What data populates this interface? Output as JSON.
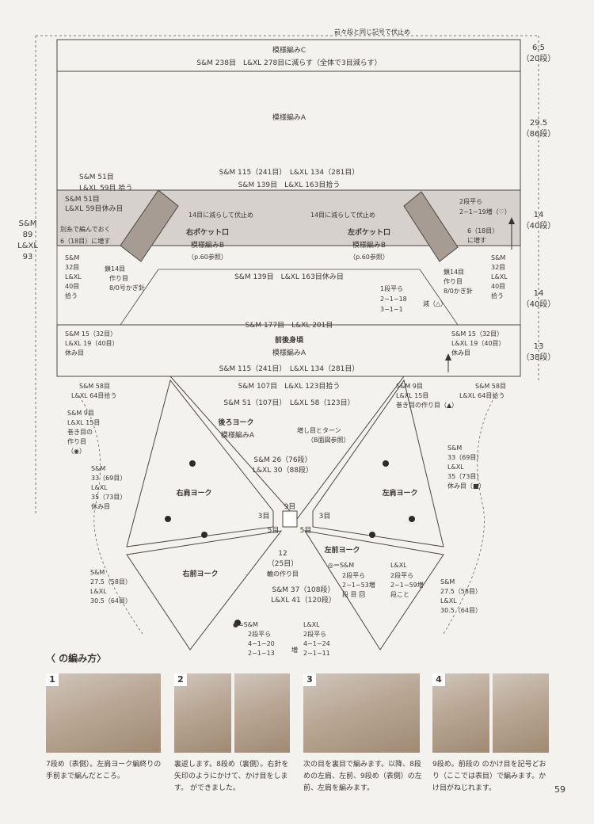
{
  "diagram": {
    "top_note": "前々段と同じ記号で伏止め",
    "band_c": {
      "title": "模様編みC",
      "count": "S&M 238目　L&XL 278目に減らす（全体で3目減らす）"
    },
    "band_a": {
      "title": "模様編みA"
    },
    "row_115_top": "S&M 115（241目）　L&XL 134（281目）",
    "row_139_pick": "S&M 139目　L&XL 163目拾う",
    "left_51_pick": "S&M 51目",
    "left_59_pick": "L&XL 59目 拾う",
    "left_51_rest": "S&M 51目",
    "left_59_rest": "L&XL 59目休み目",
    "left_separate": "別糸で編んでおく",
    "left_inc": "6（18目）に増す",
    "bind_left": "14目に減らして伏止め",
    "bind_right": "14目に減らして伏止め",
    "right_pocket": {
      "title": "右ポケット口",
      "pattern": "模様編みB",
      "ref": "（p.60参照）"
    },
    "left_pocket": {
      "title": "左ポケット口",
      "pattern": "模様編みB",
      "ref": "（p.60参照）"
    },
    "pocket_left_pick": [
      "S&M",
      "32目",
      "L&XL",
      "40目",
      "拾う"
    ],
    "pocket_left_chain": [
      "鎖14目",
      "作り目",
      "8/0号かぎ針"
    ],
    "pocket_right_chain": [
      "鎖14目",
      "作り目",
      "8/0かぎ針"
    ],
    "pocket_right_pick": [
      "S&M",
      "32目",
      "L&XL",
      "40目",
      "拾う"
    ],
    "right_inc_rows": [
      "2段平ら",
      "2−1−19増（♡）"
    ],
    "right_inc": [
      "6（18目）",
      "に増す"
    ],
    "row_139_rest": "S&M 139目　L&XL 163目休み目",
    "dec_rows": [
      "1段平ら",
      "2−1−18",
      "3−1−1"
    ],
    "dec_label": "減（△）",
    "row_177": "S&M 177目　L&XL 201目",
    "body": {
      "title": "前後身頃",
      "pattern": "模様編みA"
    },
    "side_left": [
      "S&M 15（32目）",
      "L&XL 19（40目）",
      "休み目"
    ],
    "side_right": [
      "S&M 15（32目）",
      "L&XL 19（40目）",
      "休み目"
    ],
    "row_115_bottom": "S&M 115（241目）　L&XL 134（281目）",
    "size_left": [
      "S&M",
      "89",
      "L&XL",
      "93"
    ],
    "left_58": [
      "S&M 58目",
      "L&XL 64目拾う"
    ],
    "right_58": [
      "S&M 58目",
      "L&XL 64目拾う"
    ],
    "row_107": "S&M 107目　L&XL 123目拾う",
    "right_9": [
      "S&M 9目",
      "L&XL 15目",
      "巻き目の作り目（▲）"
    ],
    "left_9": [
      "S&M 9目",
      "L&XL 15目",
      "巻き目の",
      "作り目",
      "（◉）"
    ],
    "row_51_58": "S&M 51（107目）　L&XL 58（123目）",
    "back_yoke": {
      "title": "後ろヨーク",
      "pattern": "模様編みA"
    },
    "turn_note": [
      "増し目とターン",
      "（B面図参照）"
    ],
    "back_26": [
      "S&M 26（76段）",
      "L&XL 30（88段）"
    ],
    "left_33": [
      "S&M",
      "33（69目）",
      "L&XL",
      "35（73目）",
      "休み目"
    ],
    "right_33": [
      "S&M",
      "33（69目）",
      "L&XL",
      "35（73目）",
      "休み目（■）"
    ],
    "right_shoulder": "右肩ヨーク",
    "left_shoulder": "左肩ヨーク",
    "c9": "9目",
    "c3l": "3目",
    "c3r": "3目",
    "c5l": "5目",
    "c5r": "5目",
    "center_12": [
      "12",
      "（25目）",
      "輪の作り目"
    ],
    "left_front": "左前ヨーク",
    "right_front": "右前ヨーク",
    "left_front_rows": [
      "◎＝S&M",
      "2段平ら",
      "2−1−53増",
      "段 目 回"
    ],
    "left_front_rows_xl": [
      "L&XL",
      "2段平ら",
      "2−1−59増",
      "段こと"
    ],
    "left_275": [
      "S&M",
      "27.5（58目）",
      "L&XL",
      "30.5（64目）"
    ],
    "right_275": [
      "S&M",
      "27.5（58目）",
      "L&XL",
      "30.5（64目）"
    ],
    "front_37": [
      "S&M 37（108段）",
      "L&XL 41（120段）"
    ],
    "dot_legend": [
      "●=S&M",
      "2段平ら",
      "4−1−20",
      "2−1−13"
    ],
    "dot_legend_xl": [
      "L&XL",
      "2段平ら",
      "4−1−24",
      "2−1−11"
    ],
    "inc": "増",
    "dims_right": [
      "6.5",
      "（20段）",
      "29.5",
      "（86段）",
      "14",
      "（40段）",
      "14",
      "（40段）",
      "13",
      "（38段）"
    ]
  },
  "section_title": "〈  の編み方〉",
  "steps": [
    {
      "num": "1",
      "caption": "7段め（表側）。左肩ヨーク編終りの手前まで編んだところ。"
    },
    {
      "num": "2",
      "caption": "裏返します。8段め（裏側）。右針を矢印のようにかけて、かけ目をします。 ができました。"
    },
    {
      "num": "3",
      "caption": "次の目を裏目で編みます。以降、8段めの左肩、左前、9段め（表側）の左前、左肩を編みます。"
    },
    {
      "num": "4",
      "caption": "9段め。前段の のかけ目を記号どおり（ここでは表目）で編みます。かけ目がねじれます。"
    }
  ],
  "page_number": "59"
}
